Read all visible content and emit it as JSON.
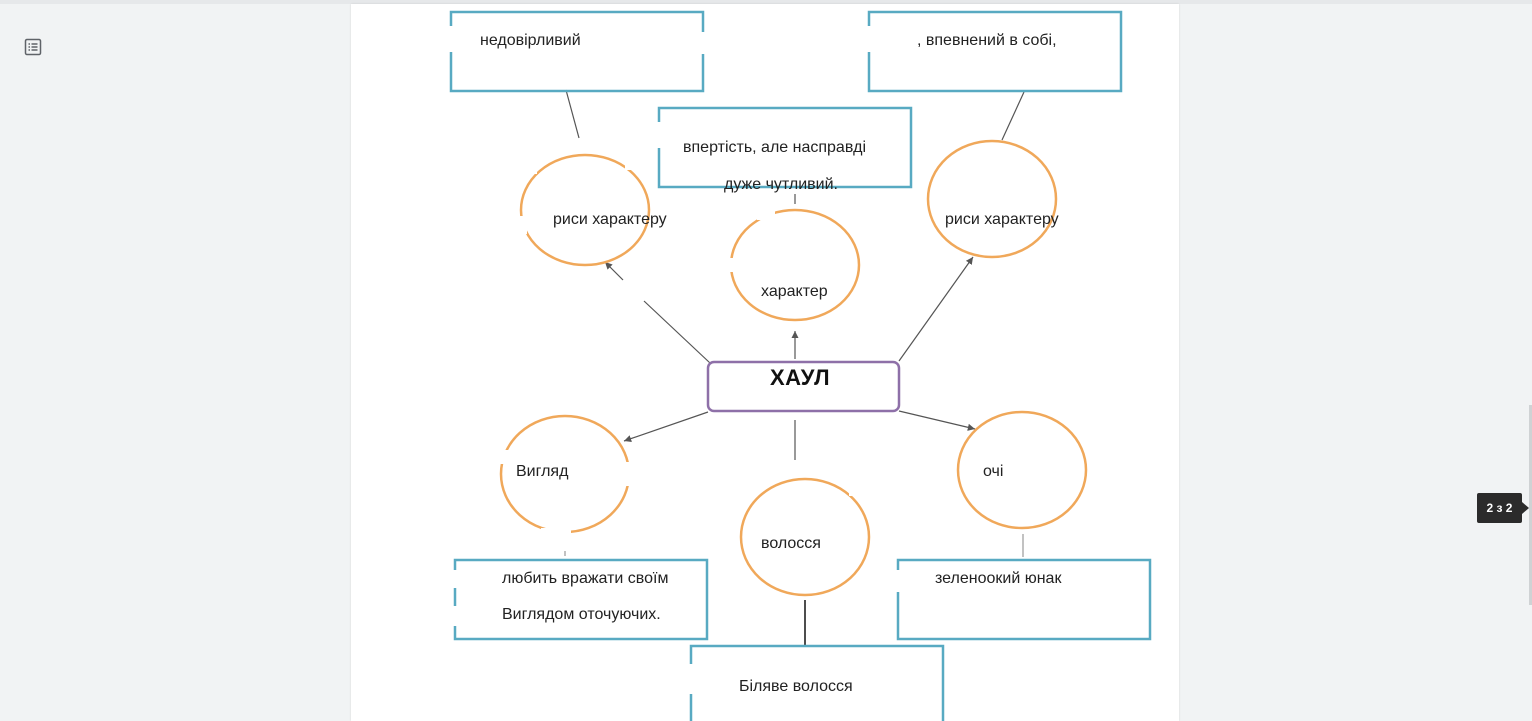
{
  "viewer": {
    "page_indicator": "2 з 2"
  },
  "diagram": {
    "center": "ХАУЛ",
    "circles": {
      "traits_left": "риси характеру",
      "character": "характер",
      "traits_right": "риси характеру",
      "appearance": "Вигляд",
      "hair": "волосся",
      "eyes": "очі"
    },
    "boxes": {
      "top_left": "недовірливий",
      "top_right": ", впевнений в собі,",
      "middle_line1": "впертість, але насправді",
      "middle_line2": "дуже чутливий.",
      "bottom_left_line1": "любить вражати своїм",
      "bottom_left_line2": "Виглядом оточуючих.",
      "bottom_right": "зеленоокий юнак",
      "bottom_center": "Біляве волосся"
    }
  },
  "colors": {
    "box_border": "#58aac2",
    "circle_border": "#f0a85a",
    "center_border": "#8e70a8",
    "connector": "#555555"
  },
  "icons": {
    "outline": "document-outline-icon"
  }
}
